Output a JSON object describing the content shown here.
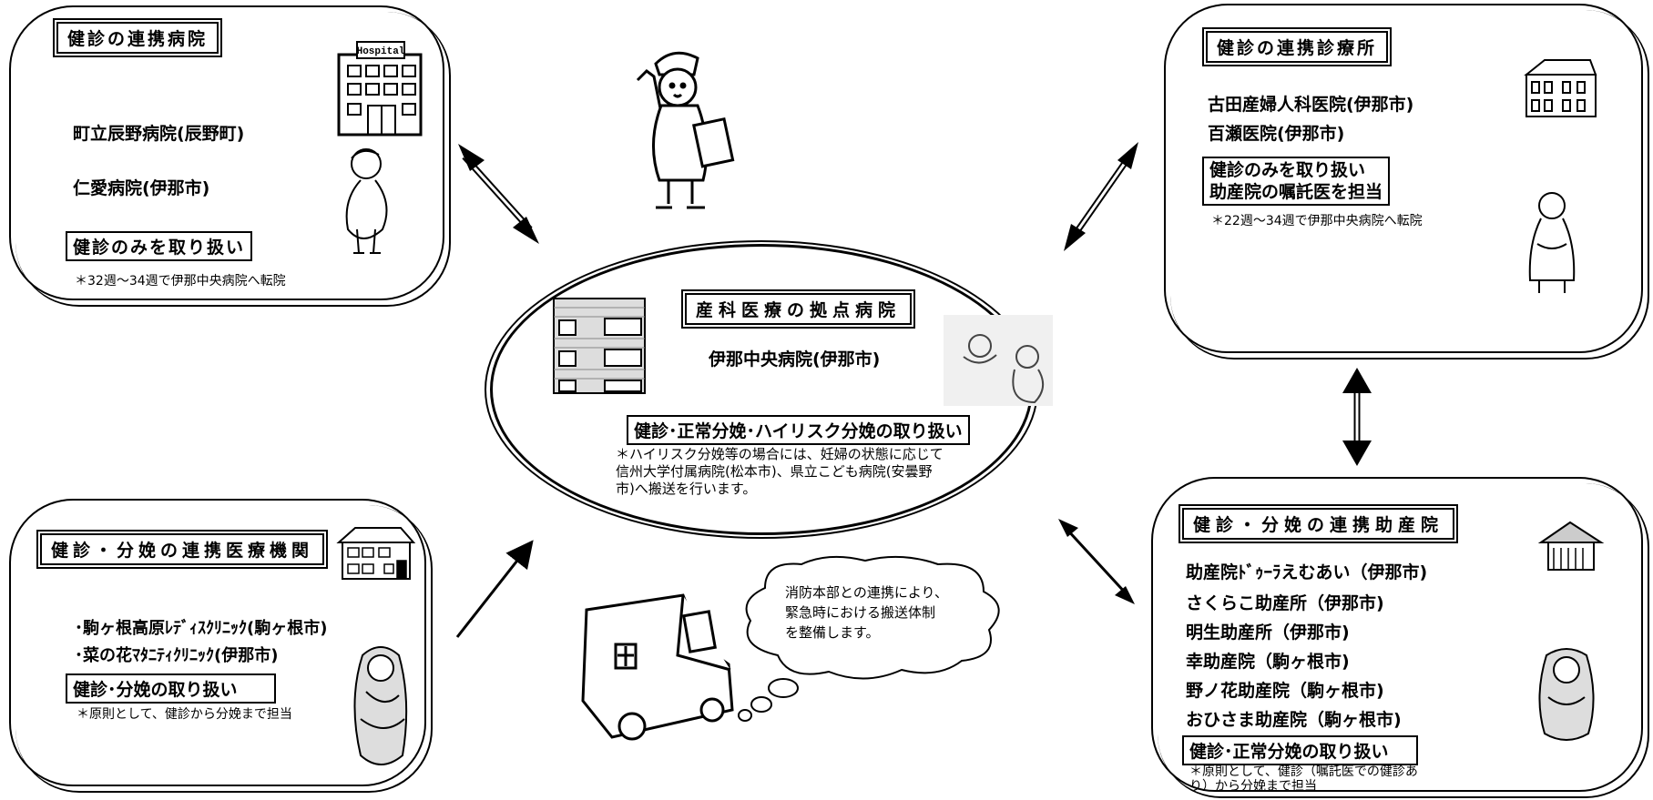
{
  "top_left": {
    "title": "健診の連携病院",
    "items": [
      "町立辰野病院(辰野町)",
      "仁愛病院(伊那市)"
    ],
    "role": "健診のみを取り扱い",
    "note": "＊32週～34週で伊那中央病院へ転院",
    "hospital_sign": "Hospital"
  },
  "top_right": {
    "title": "健診の連携診療所",
    "items": [
      "古田産婦人科医院(伊那市)",
      "百瀬医院(伊那市)"
    ],
    "role_line1": "健診のみを取り扱い",
    "role_line2": "助産院の嘱託医を担当",
    "note": "＊22週～34週で伊那中央病院へ転院"
  },
  "center": {
    "title": "産科医療の拠点病院",
    "hospital": "伊那中央病院(伊那市)",
    "role": "健診･正常分娩･ハイリスク分娩の取り扱い",
    "note_lines": [
      "＊ハイリスク分娩等の場合には、妊婦の状態に応じて",
      "信州大学付属病院(松本市)、県立こども病院(安曇野",
      "市)へ搬送を行います。"
    ]
  },
  "bottom_left": {
    "title": "健診・分娩の連携医療機関",
    "items": [
      "･駒ヶ根高原ﾚﾃﾞｨｽｸﾘﾆｯｸ(駒ヶ根市)",
      "･菜の花ﾏﾀﾆﾃｨｸﾘﾆｯｸ(伊那市)"
    ],
    "role": "健診･分娩の取り扱い",
    "note": "＊原則として、健診から分娩まで担当"
  },
  "bottom_right": {
    "title": "健診・分娩の連携助産院",
    "items": [
      "助産院ﾄﾞｩｰﾗえむあい（伊那市)",
      "さくらこ助産所（伊那市)",
      "明生助産所（伊那市)",
      "幸助産院（駒ヶ根市)",
      "野ノ花助産院（駒ヶ根市)",
      "おひさま助産院（駒ヶ根市)"
    ],
    "role": "健診･正常分娩の取り扱い",
    "note_lines": [
      "＊原則として、健診（嘱託医での健診あ",
      "り）から分娩まで担当"
    ]
  },
  "thought_bubble": {
    "lines": [
      "消防本部との連携により、",
      "緊急時における搬送体制",
      "を整備します。"
    ]
  }
}
